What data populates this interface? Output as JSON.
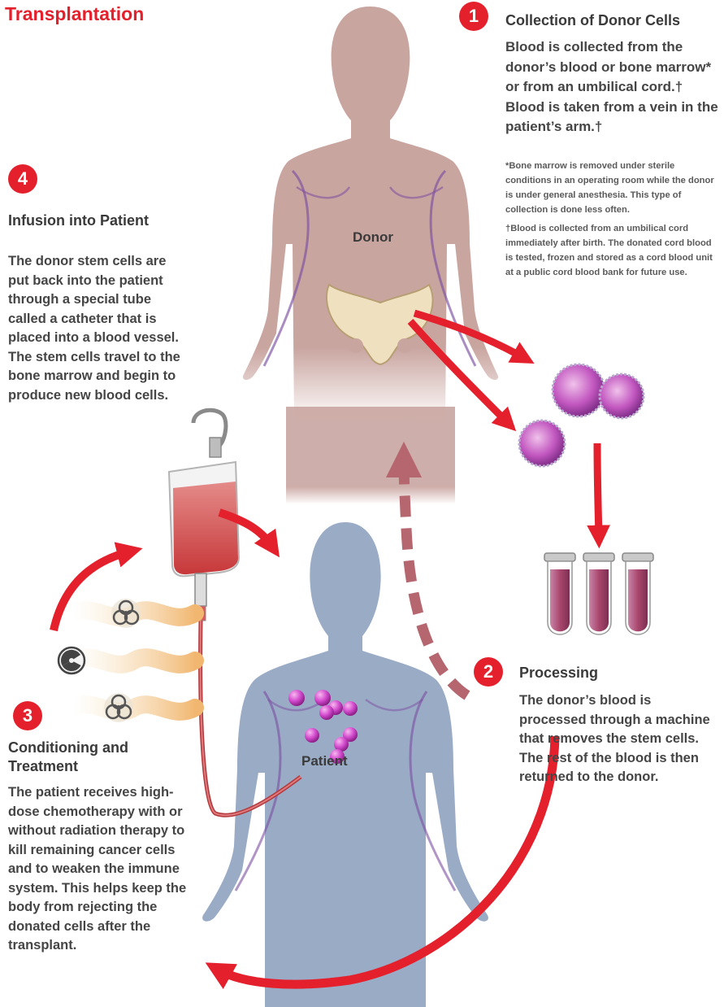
{
  "title": "Transplantation",
  "steps": [
    {
      "number": "1",
      "title": "Collection of Donor Cells",
      "body": "Blood is collected from the donor’s blood or bone marrow* or from an umbilical cord.† Blood is taken from a vein in the patient’s arm.†"
    },
    {
      "number": "2",
      "title": "Processing",
      "body": "The donor’s blood is processed through a machine that removes the stem cells. The rest of the blood is then returned to the donor."
    },
    {
      "number": "3",
      "title": "Conditioning and Treatment",
      "body": "The patient receives high-dose chemotherapy with or without radiation therapy to kill remaining cancer cells and to weaken the immune system. This helps keep the body from rejecting the donated cells after the transplant."
    },
    {
      "number": "4",
      "title": "Infusion into Patient",
      "body": "The donor stem cells are put back into the patient through a special tube called a catheter that is placed into a blood vessel. The stem cells travel to the bone marrow and begin to produce new blood cells."
    }
  ],
  "footnotes": [
    "*Bone marrow is removed under sterile conditions in an operating room while the donor is under general anesthesia. This type of collection is done less often.",
    "†Blood is collected from an umbilical cord immediately after birth. The donated cord blood is tested, frozen and stored as a cord blood unit at a public cord blood bank for future use."
  ],
  "labels": {
    "donor": "Donor",
    "patient": "Patient"
  },
  "colors": {
    "accent": "#e5202d",
    "donor_skin": "#c9a5a0",
    "patient_skin": "#9aabc6",
    "vein": "#7b4fa0",
    "cell": "#c257c0",
    "tube_fill": "#a9476e",
    "dashed_arrow": "#b5666f"
  },
  "icons": [
    "biohazard-icon",
    "radiation-icon",
    "biohazard-icon"
  ]
}
